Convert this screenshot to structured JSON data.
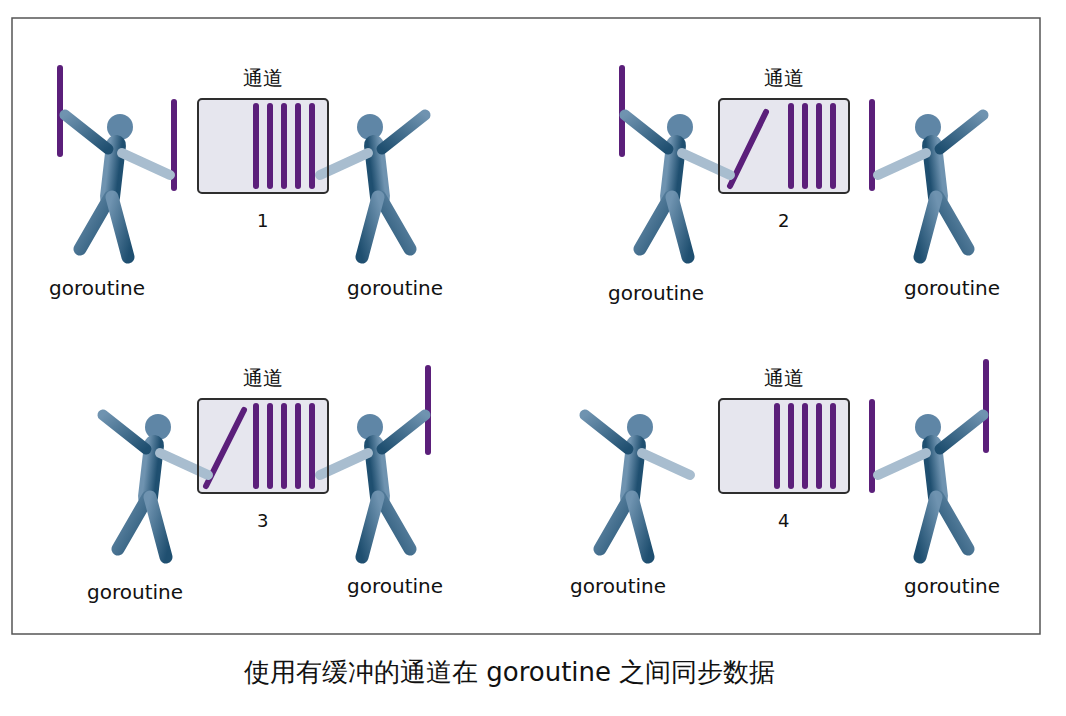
{
  "diagram": {
    "caption": "使用有缓冲的通道在 goroutine 之间同步数据",
    "nodes": [
      {
        "text": [
          "通道"
        ]
      },
      {
        "text": [
          "通道"
        ]
      },
      {
        "text": [
          "通道"
        ]
      },
      {
        "text": [
          "通道"
        ]
      }
    ],
    "labels": [
      "1",
      "goroutine",
      "goroutine",
      "2",
      "goroutine",
      "goroutine",
      "3",
      "goroutine",
      "goroutine",
      "4",
      "goroutine",
      "goroutine"
    ]
  }
}
